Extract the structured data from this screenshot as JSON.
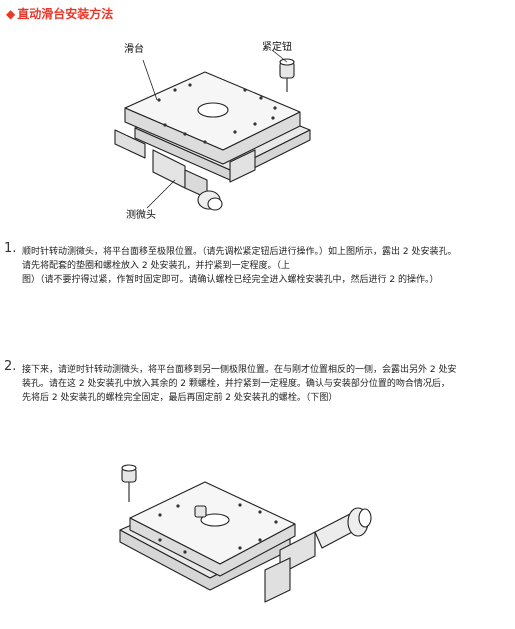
{
  "title": {
    "marker": "◆",
    "text": "直动滑台安装方法"
  },
  "figure1": {
    "label_stage": "滑台",
    "label_lock": "紧定钮",
    "label_micrometer": "测微头"
  },
  "step1": {
    "number": "1.",
    "line1": "顺时针转动测微头，将平台面移至极限位置。（请先调松紧定钮后进行操作。）如上图所示，露出 2 处安装孔。",
    "line2": "请先将配套的垫圈和螺栓放入 2 处安装孔，并拧紧到一定程度。（上",
    "line3": "图）（请不要拧得过紧，作暂时固定即可。请确认螺栓已经完全进入螺栓安装孔中，然后进行 2 的操作。）"
  },
  "step2": {
    "number": "2.",
    "line1": "接下来，请逆时针转动测微头，将平台面移到另一侧极限位置。在与刚才位置相反的一侧，会露出另外 2 处安",
    "line2": "装孔。请在这 2 处安装孔中放入其余的 2 颗螺栓，并拧紧到一定程度。确认与安装部分位置的吻合情况后，",
    "line3": "先将后 2 处安装孔的螺栓完全固定，最后再固定前 2 处安装孔的螺栓。（下图）"
  }
}
